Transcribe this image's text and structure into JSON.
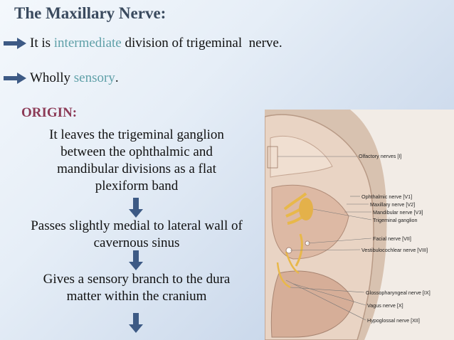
{
  "slide": {
    "title": "The Maxillary Nerve:",
    "bullets": [
      {
        "before": "It is ",
        "accent": "intermediate",
        "after": " division of trigeminal  nerve."
      },
      {
        "before": "Wholly ",
        "accent": "sensory",
        "after": "."
      }
    ],
    "origin_heading": "ORIGIN:",
    "flow": [
      {
        "lines": [
          "It leaves the trigeminal ganglion",
          "between the ophthalmic and",
          "mandibular divisions as a flat",
          "plexiform band"
        ]
      },
      {
        "lines": [
          "Passes  slightly medial to lateral wall of",
          "cavernous sinus"
        ]
      },
      {
        "lines": [
          "Gives a sensory branch to the dura",
          "matter within the cranium"
        ]
      }
    ],
    "colors": {
      "title": "#3a4a5e",
      "accent": "#5fa0a8",
      "origin": "#8c3a56",
      "arrow": "#3d5a85"
    }
  },
  "figure": {
    "labels": [
      "Olfactory nerves [I]",
      "Ophthalmic nerve [V1]",
      "Maxillary nerve [V2]",
      "Mandibular nerve [V3]",
      "Trigeminal ganglion",
      "Facial nerve [VII]",
      "Vestibulocochlear nerve [VIII]",
      "Glossopharyngeal nerve [IX]",
      "Vagus nerve [X]",
      "Hypoglossal nerve [XII]"
    ]
  }
}
